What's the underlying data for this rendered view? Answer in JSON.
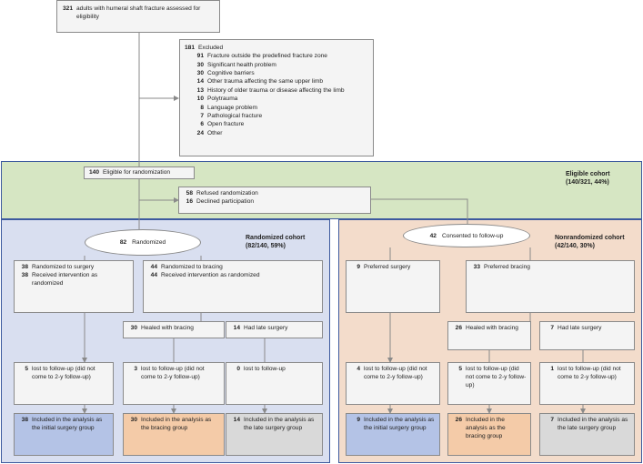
{
  "colors": {
    "eligible_bg": "#d6e6c3",
    "randomized_bg": "#d9dff0",
    "nonrandomized_bg": "#f3dccb",
    "blue_box": "#b4c3e6",
    "orange_box": "#f4cba8",
    "gray_box": "#d9d9d9",
    "box_bg": "#f4f4f4"
  },
  "assessed": {
    "n": "321",
    "text": "adults with humeral shaft fracture assessed for eligibility"
  },
  "excluded": {
    "n": "181",
    "label": "Excluded",
    "items": [
      {
        "n": "91",
        "text": "Fracture outside the predefined fracture zone"
      },
      {
        "n": "30",
        "text": "Significant health problem"
      },
      {
        "n": "30",
        "text": "Cognitive barriers"
      },
      {
        "n": "14",
        "text": "Other trauma affecting the same upper limb"
      },
      {
        "n": "13",
        "text": "History of older trauma or disease affecting the limb"
      },
      {
        "n": "10",
        "text": "Polytrauma"
      },
      {
        "n": "8",
        "text": "Language problem"
      },
      {
        "n": "7",
        "text": "Pathological fracture"
      },
      {
        "n": "6",
        "text": "Open fracture"
      },
      {
        "n": "24",
        "text": "Other"
      }
    ]
  },
  "eligible": {
    "n": "140",
    "text": "Eligible for randomization",
    "cohort_title": "Eligible cohort",
    "cohort_sub": "(140/321, 44%)"
  },
  "refused": {
    "n": "58",
    "text": "Refused randomization",
    "n2": "16",
    "text2": "Declined participation"
  },
  "randomized": {
    "n": "82",
    "text": "Randomized",
    "cohort_title": "Randomized cohort",
    "cohort_sub": "(82/140, 59%)",
    "surgery": {
      "n": "38",
      "text": "Randomized to surgery",
      "n2": "38",
      "text2": "Received intervention as randomized"
    },
    "bracing": {
      "n": "44",
      "text": "Randomized to bracing",
      "n2": "44",
      "text2": "Received intervention as randomized"
    },
    "healed": {
      "n": "30",
      "text": "Healed with bracing"
    },
    "late": {
      "n": "14",
      "text": "Had late surgery"
    },
    "lost_surgery": {
      "n": "5",
      "text": "lost to follow-up (did not come to 2-y follow-up)"
    },
    "lost_healed": {
      "n": "3",
      "text": "lost to follow-up (did not come to 2-y follow-up)"
    },
    "lost_late": {
      "n": "0",
      "text": "lost to follow-up"
    },
    "incl_surgery": {
      "n": "38",
      "text": "Included in the analysis as the initial surgery group"
    },
    "incl_bracing": {
      "n": "30",
      "text": "Included in the analysis as the bracing group"
    },
    "incl_late": {
      "n": "14",
      "text": "Included in the analysis as the late surgery group"
    }
  },
  "nonrandomized": {
    "n": "42",
    "text": "Consented to follow-up",
    "cohort_title": "Nonrandomized cohort",
    "cohort_sub": "(42/140, 30%)",
    "surgery": {
      "n": "9",
      "text": "Preferred surgery"
    },
    "bracing": {
      "n": "33",
      "text": "Preferred bracing"
    },
    "healed": {
      "n": "26",
      "text": "Healed with bracing"
    },
    "late": {
      "n": "7",
      "text": "Had late surgery"
    },
    "lost_surgery": {
      "n": "4",
      "text": "lost to follow-up (did not come to 2-y follow-up)"
    },
    "lost_healed": {
      "n": "5",
      "text": "lost to follow-up (did not come to 2-y follow-up)"
    },
    "lost_late": {
      "n": "1",
      "text": "lost to follow-up (did not come to 2-y follow-up)"
    },
    "incl_surgery": {
      "n": "9",
      "text": "Included in the analysis as the initial surgery group"
    },
    "incl_bracing": {
      "n": "26",
      "text": "Included in the analysis as the bracing group"
    },
    "incl_late": {
      "n": "7",
      "text": "Included in the analysis as the late surgery group"
    }
  }
}
